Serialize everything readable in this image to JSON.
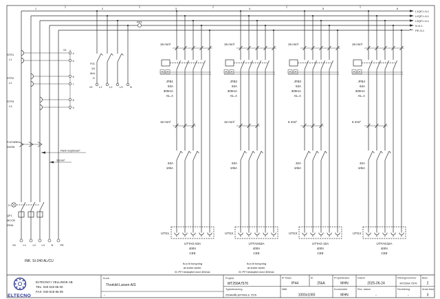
{
  "ruler": [
    "1",
    "2",
    "3",
    "4",
    "5",
    "6"
  ],
  "buses": [
    {
      "label": "L1QF1 /4.1"
    },
    {
      "label": "L2QF1 /4.1"
    },
    {
      "label": "L3QF1 /4.1"
    },
    {
      "label": "N /4.1"
    },
    {
      "label": "PE /4.1"
    }
  ],
  "left": {
    "x1_strip": "X1",
    "str_units": [
      {
        "id": "STR1",
        "phase": "L1",
        "t1": "4",
        "t2": "5"
      },
      {
        "id": "STR2",
        "phase": "L2",
        "t1": "6",
        "t2": "7"
      },
      {
        "id": "STR3",
        "phase": "L3",
        "t1": "8",
        "t2": "9"
      }
    ],
    "f01": {
      "id": "F01",
      "rating": "2A",
      "breaking": "6kA",
      "curve": "D"
    },
    "f01_strip": "X1",
    "f01_terminals": [
      "L1",
      "L2",
      "L3",
      "N"
    ],
    "rr1": "RR1",
    "flex1": "FLEXIBEL",
    "flex2": "3x63A",
    "cable_note1": "PEN=2x(95mm²",
    "cable_note2": "35mm²",
    "qf1_handle": "H",
    "qf1_id": "QF1",
    "qf1_type": "MCCB",
    "qf1_rating": "250A",
    "x0_label": "X0",
    "x0_terminals": [
      "L1",
      "L2",
      "L3",
      "N",
      "PE"
    ],
    "incoming_note": "INK. SI-240 AL/CU"
  },
  "branches": [
    {
      "cable_top": "16 mm²",
      "rcd_id": "JFB1",
      "rcd_rating": "63A",
      "rcd_trip": "300mA",
      "rcd_class": "KL.A",
      "cable_mid": "16 mm²",
      "mcb_rating": "63A",
      "mcb_ka": "10kA",
      "outlet_id": "UTG1",
      "out1": "UTTAG 63A",
      "out2": "400V",
      "out3": "CEE"
    },
    {
      "cable_top": "16 mm²",
      "rcd_id": "JFB2",
      "rcd_rating": "63A",
      "rcd_trip": "300mA",
      "rcd_class": "KL.A",
      "cable_mid": "16 mm²",
      "mcb_rating": "63A",
      "mcb_ka": "10kA",
      "outlet_id": "UTG2",
      "out1": "UTTAG63A",
      "out2": "400V",
      "out3": "CEE"
    },
    {
      "cable_top": "16 mm²",
      "rcd_id": "JFB3",
      "rcd_rating": "63A",
      "rcd_trip": "300mA",
      "rcd_class": "KL.A",
      "cable_mid": "6 mm²",
      "mcb_rating": "32A",
      "mcb_ka": "10kA",
      "outlet_id": "UTG3",
      "out1": "UTTAG 32A",
      "out2": "400V",
      "out3": "CEE"
    },
    {
      "cable_top": "16 mm²",
      "rcd_id": "JFB4",
      "rcd_rating": "63A",
      "rcd_trip": "300mA",
      "rcd_class": "KL.A",
      "cable_mid": "6 mm²",
      "mcb_rating": "32A",
      "mcb_ka": "10kA",
      "outlet_id": "UTG4",
      "out1": "UTTAG32A",
      "out2": "400V",
      "out3": "CEE"
    }
  ],
  "supply_note": {
    "line1": "Kun til forsyning",
    "line2": "af andre tavler.",
    "line3": "Er PFI beskyttet med 300mA"
  },
  "titleblock": {
    "logo_text": "ELTECNO",
    "company_name": "ELTECNO I VELLINGE AB",
    "company_tel": "TEL: 040 619 96 00",
    "company_fax": "FAX: 040 619 96 09",
    "kund_label": "Kund",
    "kund": "Thorkild Larsen A/S",
    "kund_dash": "-",
    "projekt_label": "Projekt",
    "projekt": "MT250A7576",
    "typ_label": "Typbeteckning",
    "typ": "250AMÅLERTAVLE 7576",
    "fields_row1": [
      {
        "label": "IP Klass",
        "value": "IP44"
      },
      {
        "label": "Ik:",
        "value": "25kA"
      },
      {
        "label": "Projektledare",
        "value": "MHN"
      },
      {
        "label": "Datum",
        "value": "2025-06-24"
      },
      {
        "label": "Ritningsnummer",
        "value": "MT250A 7576"
      },
      {
        "label": "Blad",
        "value": "2"
      }
    ],
    "fields_row2": [
      {
        "label": "Mått",
        "value": "1000x1000"
      },
      {
        "label": "Konstruktör",
        "value": "MHN"
      },
      {
        "label": "Rev. datum",
        "value": "-"
      },
      {
        "label": "Revidering",
        "value": "-"
      },
      {
        "label": "Antal blad",
        "value": "3"
      }
    ]
  }
}
